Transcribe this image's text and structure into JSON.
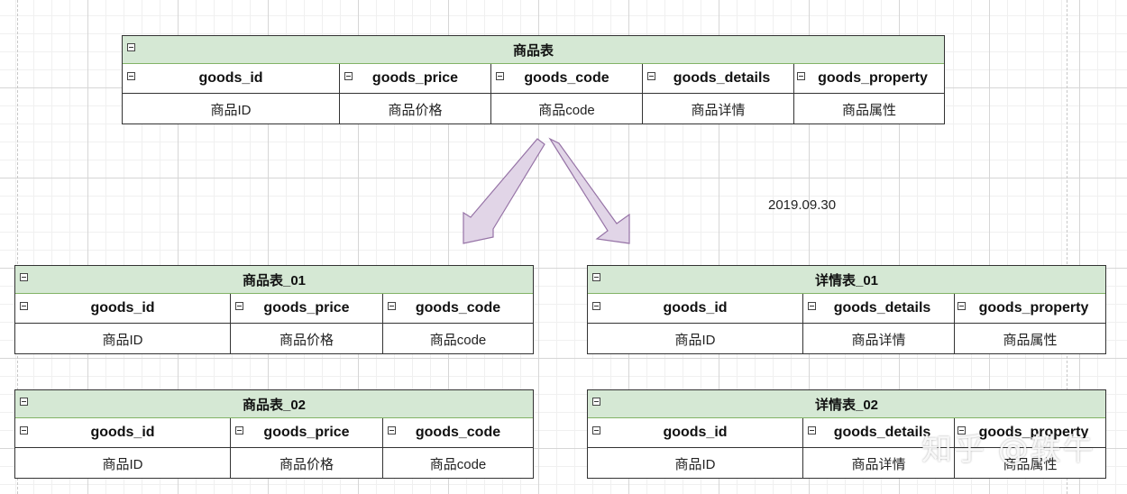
{
  "main_table": {
    "title": "商品表",
    "columns": [
      "goods_id",
      "goods_price",
      "goods_code",
      "goods_details",
      "goods_property"
    ],
    "values": [
      "商品ID",
      "商品价格",
      "商品code",
      "商品详情",
      "商品属性"
    ]
  },
  "goods_table_01": {
    "title": "商品表_01",
    "columns": [
      "goods_id",
      "goods_price",
      "goods_code"
    ],
    "values": [
      "商品ID",
      "商品价格",
      "商品code"
    ]
  },
  "goods_table_02": {
    "title": "商品表_02",
    "columns": [
      "goods_id",
      "goods_price",
      "goods_code"
    ],
    "values": [
      "商品ID",
      "商品价格",
      "商品code"
    ]
  },
  "details_table_01": {
    "title": "详情表_01",
    "columns": [
      "goods_id",
      "goods_details",
      "goods_property"
    ],
    "values": [
      "商品ID",
      "商品详情",
      "商品属性"
    ]
  },
  "details_table_02": {
    "title": "详情表_02",
    "columns": [
      "goods_id",
      "goods_details",
      "goods_property"
    ],
    "values": [
      "商品ID",
      "商品详情",
      "商品属性"
    ]
  },
  "date_label": "2019.09.30",
  "watermark": "知乎 @轶午",
  "colors": {
    "header_fill": "#d5e8d4",
    "header_stroke": "#82b366",
    "arrow_fill": "#e1d5e7",
    "arrow_stroke": "#9673a6"
  },
  "icons": {
    "collapse": "collapse-minus-icon",
    "arrow": "split-arrow-icon"
  }
}
